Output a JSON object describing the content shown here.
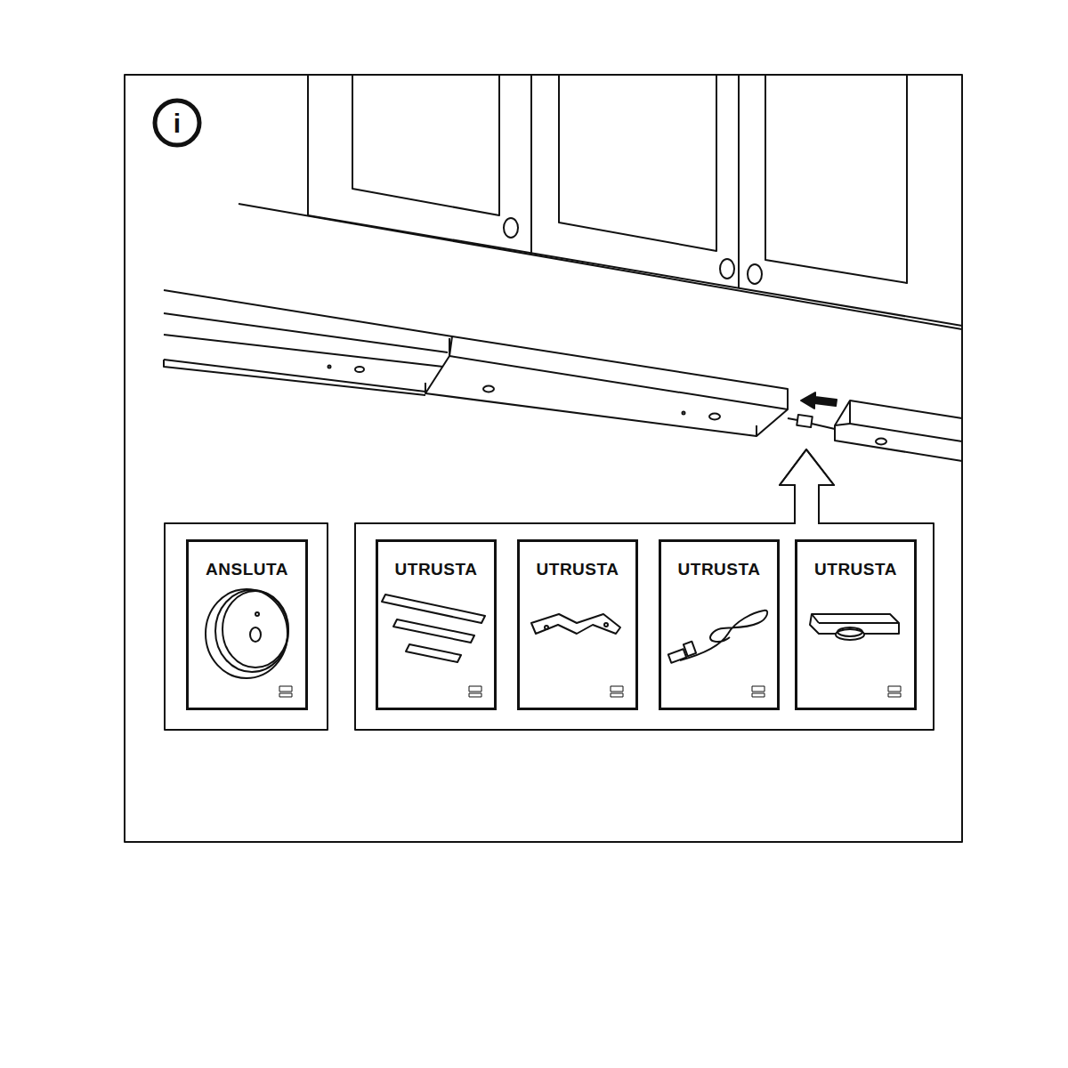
{
  "diagram": {
    "nodes": [
      {
        "text": [
          "ANSLUTA"
        ]
      },
      {
        "text": [
          "UTRUSTA"
        ]
      },
      {
        "text": [
          "UTRUSTA"
        ]
      },
      {
        "text": [
          "UTRUSTA"
        ]
      },
      {
        "text": [
          "UTRUSTA"
        ]
      }
    ],
    "labels": [
      "i"
    ]
  }
}
